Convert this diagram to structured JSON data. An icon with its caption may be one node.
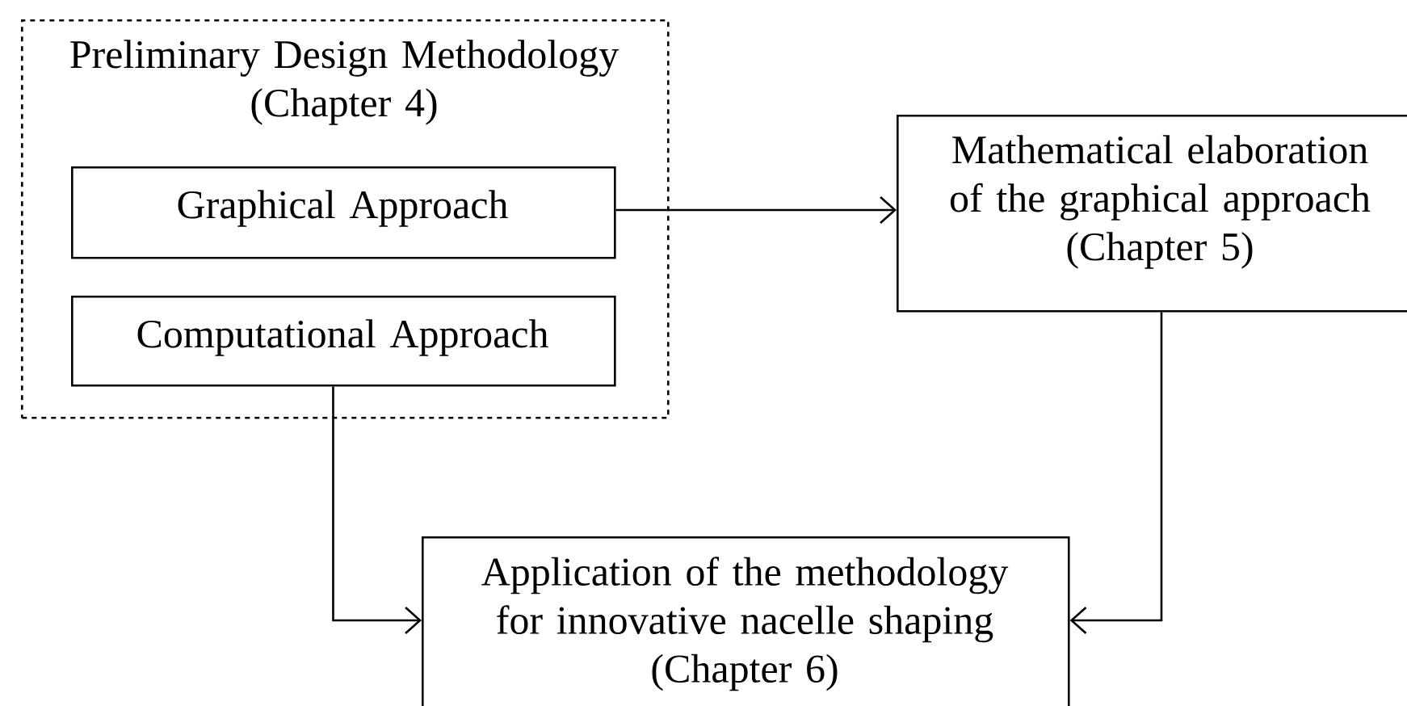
{
  "diagram": {
    "nodes": [
      {
        "text": [
          "Preliminary Design Methodology",
          "(Chapter 4)"
        ]
      },
      {
        "text": [
          "Graphical Approach"
        ],
        "in": 0
      },
      {
        "text": [
          "Computational Approach"
        ],
        "in": 0
      },
      {
        "text": [
          "Mathematical elaboration of the graphical approach",
          "(Chapter 5)"
        ]
      },
      {
        "text": [
          "Application of the methodology for innovative nacelle shaping",
          "(Chapter 6)"
        ]
      }
    ],
    "edges": [
      {
        "from": 1,
        "to": 3,
        "arrow": "to"
      },
      {
        "from": 2,
        "to": 4,
        "arrow": "to"
      },
      {
        "from": 3,
        "to": 4,
        "arrow": "to"
      }
    ]
  }
}
